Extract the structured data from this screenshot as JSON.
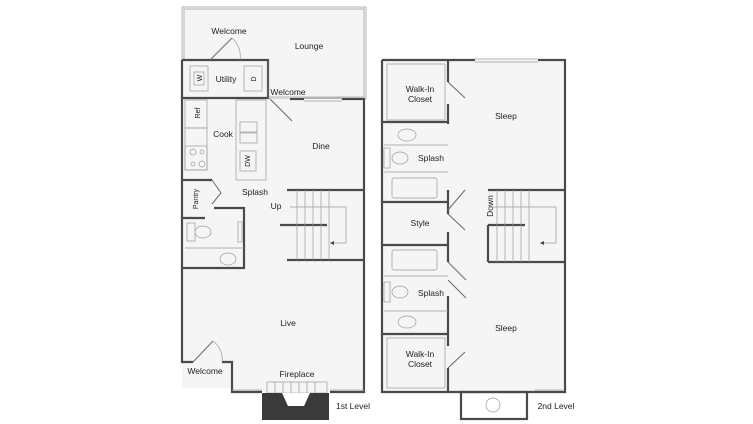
{
  "plans": [
    {
      "level_label": "1st Level",
      "rooms": {
        "welcome_top": "Welcome",
        "lounge": "Lounge",
        "utility": "Utility",
        "washer": "W",
        "dryer": "D",
        "welcome_mid": "Welcome",
        "ref": "Ref",
        "cook": "Cook",
        "dishwasher": "DW",
        "dine": "Dine",
        "pantry": "Pantry",
        "splash": "Splash",
        "stairs": "Up",
        "live": "Live",
        "welcome_bottom": "Welcome",
        "fireplace": "Fireplace"
      }
    },
    {
      "level_label": "2nd Level",
      "rooms": {
        "closet_top": "Walk-In Closet",
        "closet_top_l1": "Walk-In",
        "closet_top_l2": "Closet",
        "sleep_top": "Sleep",
        "splash_top": "Splash",
        "stairs": "Down",
        "style": "Style",
        "splash_bottom": "Splash",
        "sleep_bottom": "Sleep",
        "closet_bottom_l1": "Walk-In",
        "closet_bottom_l2": "Closet"
      }
    }
  ],
  "colors": {
    "wall": "#4a4a4a",
    "floor": "#f5f5f5",
    "fireplace": "#3a3a3a"
  }
}
